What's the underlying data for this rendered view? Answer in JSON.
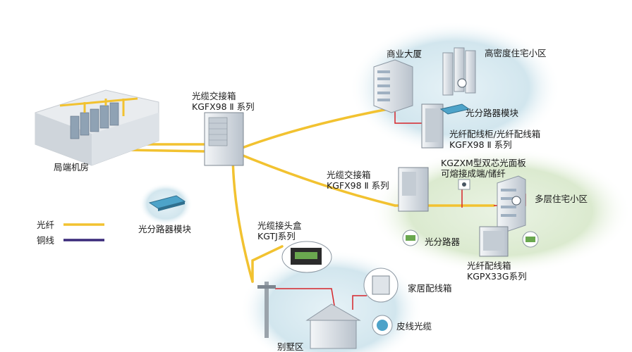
{
  "labels": {
    "office": "局端机房",
    "cabinet_main_line1": "光缆交接箱",
    "cabinet_main_line2": "KGFX98 Ⅱ 系列",
    "splitter_module_left": "光分路器模块",
    "legend_fiber": "光纤",
    "legend_copper": "铜线",
    "commercial": "商业大厦",
    "high_density": "高密度住宅小区",
    "splitter_module_top": "光分路器模块",
    "odf_line1": "光纤配线柜/光纤配线箱",
    "odf_line2": "KGFX98 Ⅱ 系列",
    "cabinet_mid_line1": "光缆交接箱",
    "cabinet_mid_line2": "KGFX98 Ⅱ 系列",
    "panel_line1": "KGZXM型双芯光面板",
    "panel_line2": "可熔接成端/储纤",
    "multi_storey": "多层住宅小区",
    "splitter_right": "光分路器",
    "dist_box_line1": "光纤配线箱",
    "dist_box_line2": "KGPX33G系列",
    "joint_line1": "光缆接头盒",
    "joint_line2": "KGTJ系列",
    "home_box": "家居配线箱",
    "drop_cable": "皮线光缆",
    "villa": "别墅区"
  },
  "colors": {
    "fiber": "#f2c230",
    "copper": "#3a2a7a",
    "drop": "#d6252a",
    "bubble": "#d7eaf2",
    "equipment": "#e6ebf0"
  }
}
